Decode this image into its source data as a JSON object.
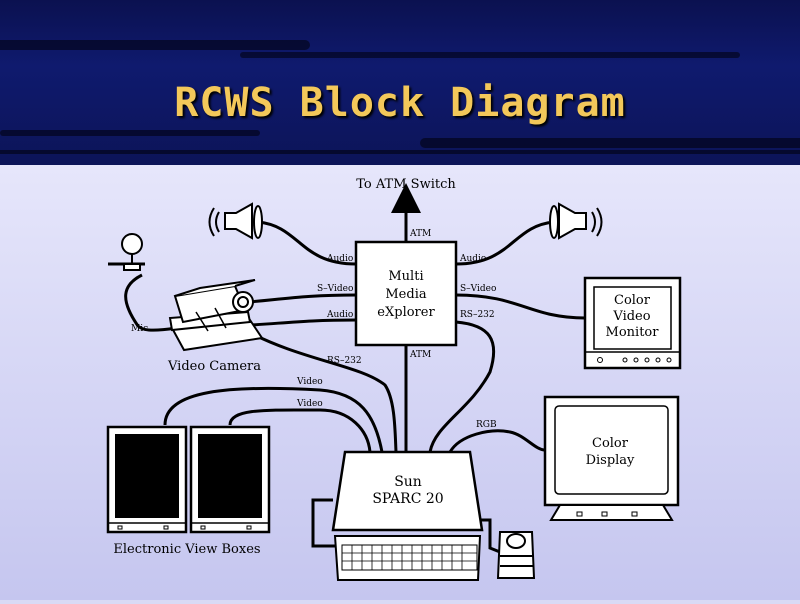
{
  "slide": {
    "title": "RCWS Block Diagram"
  },
  "diagram": {
    "top_label": "To ATM Switch",
    "mme": {
      "line1": "Multi",
      "line2": "Media",
      "line3": "eXplorer"
    },
    "sun": {
      "line1": "Sun",
      "line2": "SPARC 20"
    },
    "monitor": {
      "line1": "Color",
      "line2": "Video",
      "line3": "Monitor"
    },
    "display": {
      "line1": "Color",
      "line2": "Display"
    },
    "camera_label": "Video Camera",
    "mic_label": "Mic",
    "viewboxes_label": "Electronic View Boxes",
    "links": {
      "atm_top": "ATM",
      "atm_bottom": "ATM",
      "audio_left": "Audio",
      "audio_right": "Audio",
      "audio_cam": "Audio",
      "svideo_left": "S–Video",
      "svideo_right": "S–Video",
      "rs232_right": "RS–232",
      "rs232_left": "RS–232",
      "video1": "Video",
      "video2": "Video",
      "rgb": "RGB"
    }
  }
}
